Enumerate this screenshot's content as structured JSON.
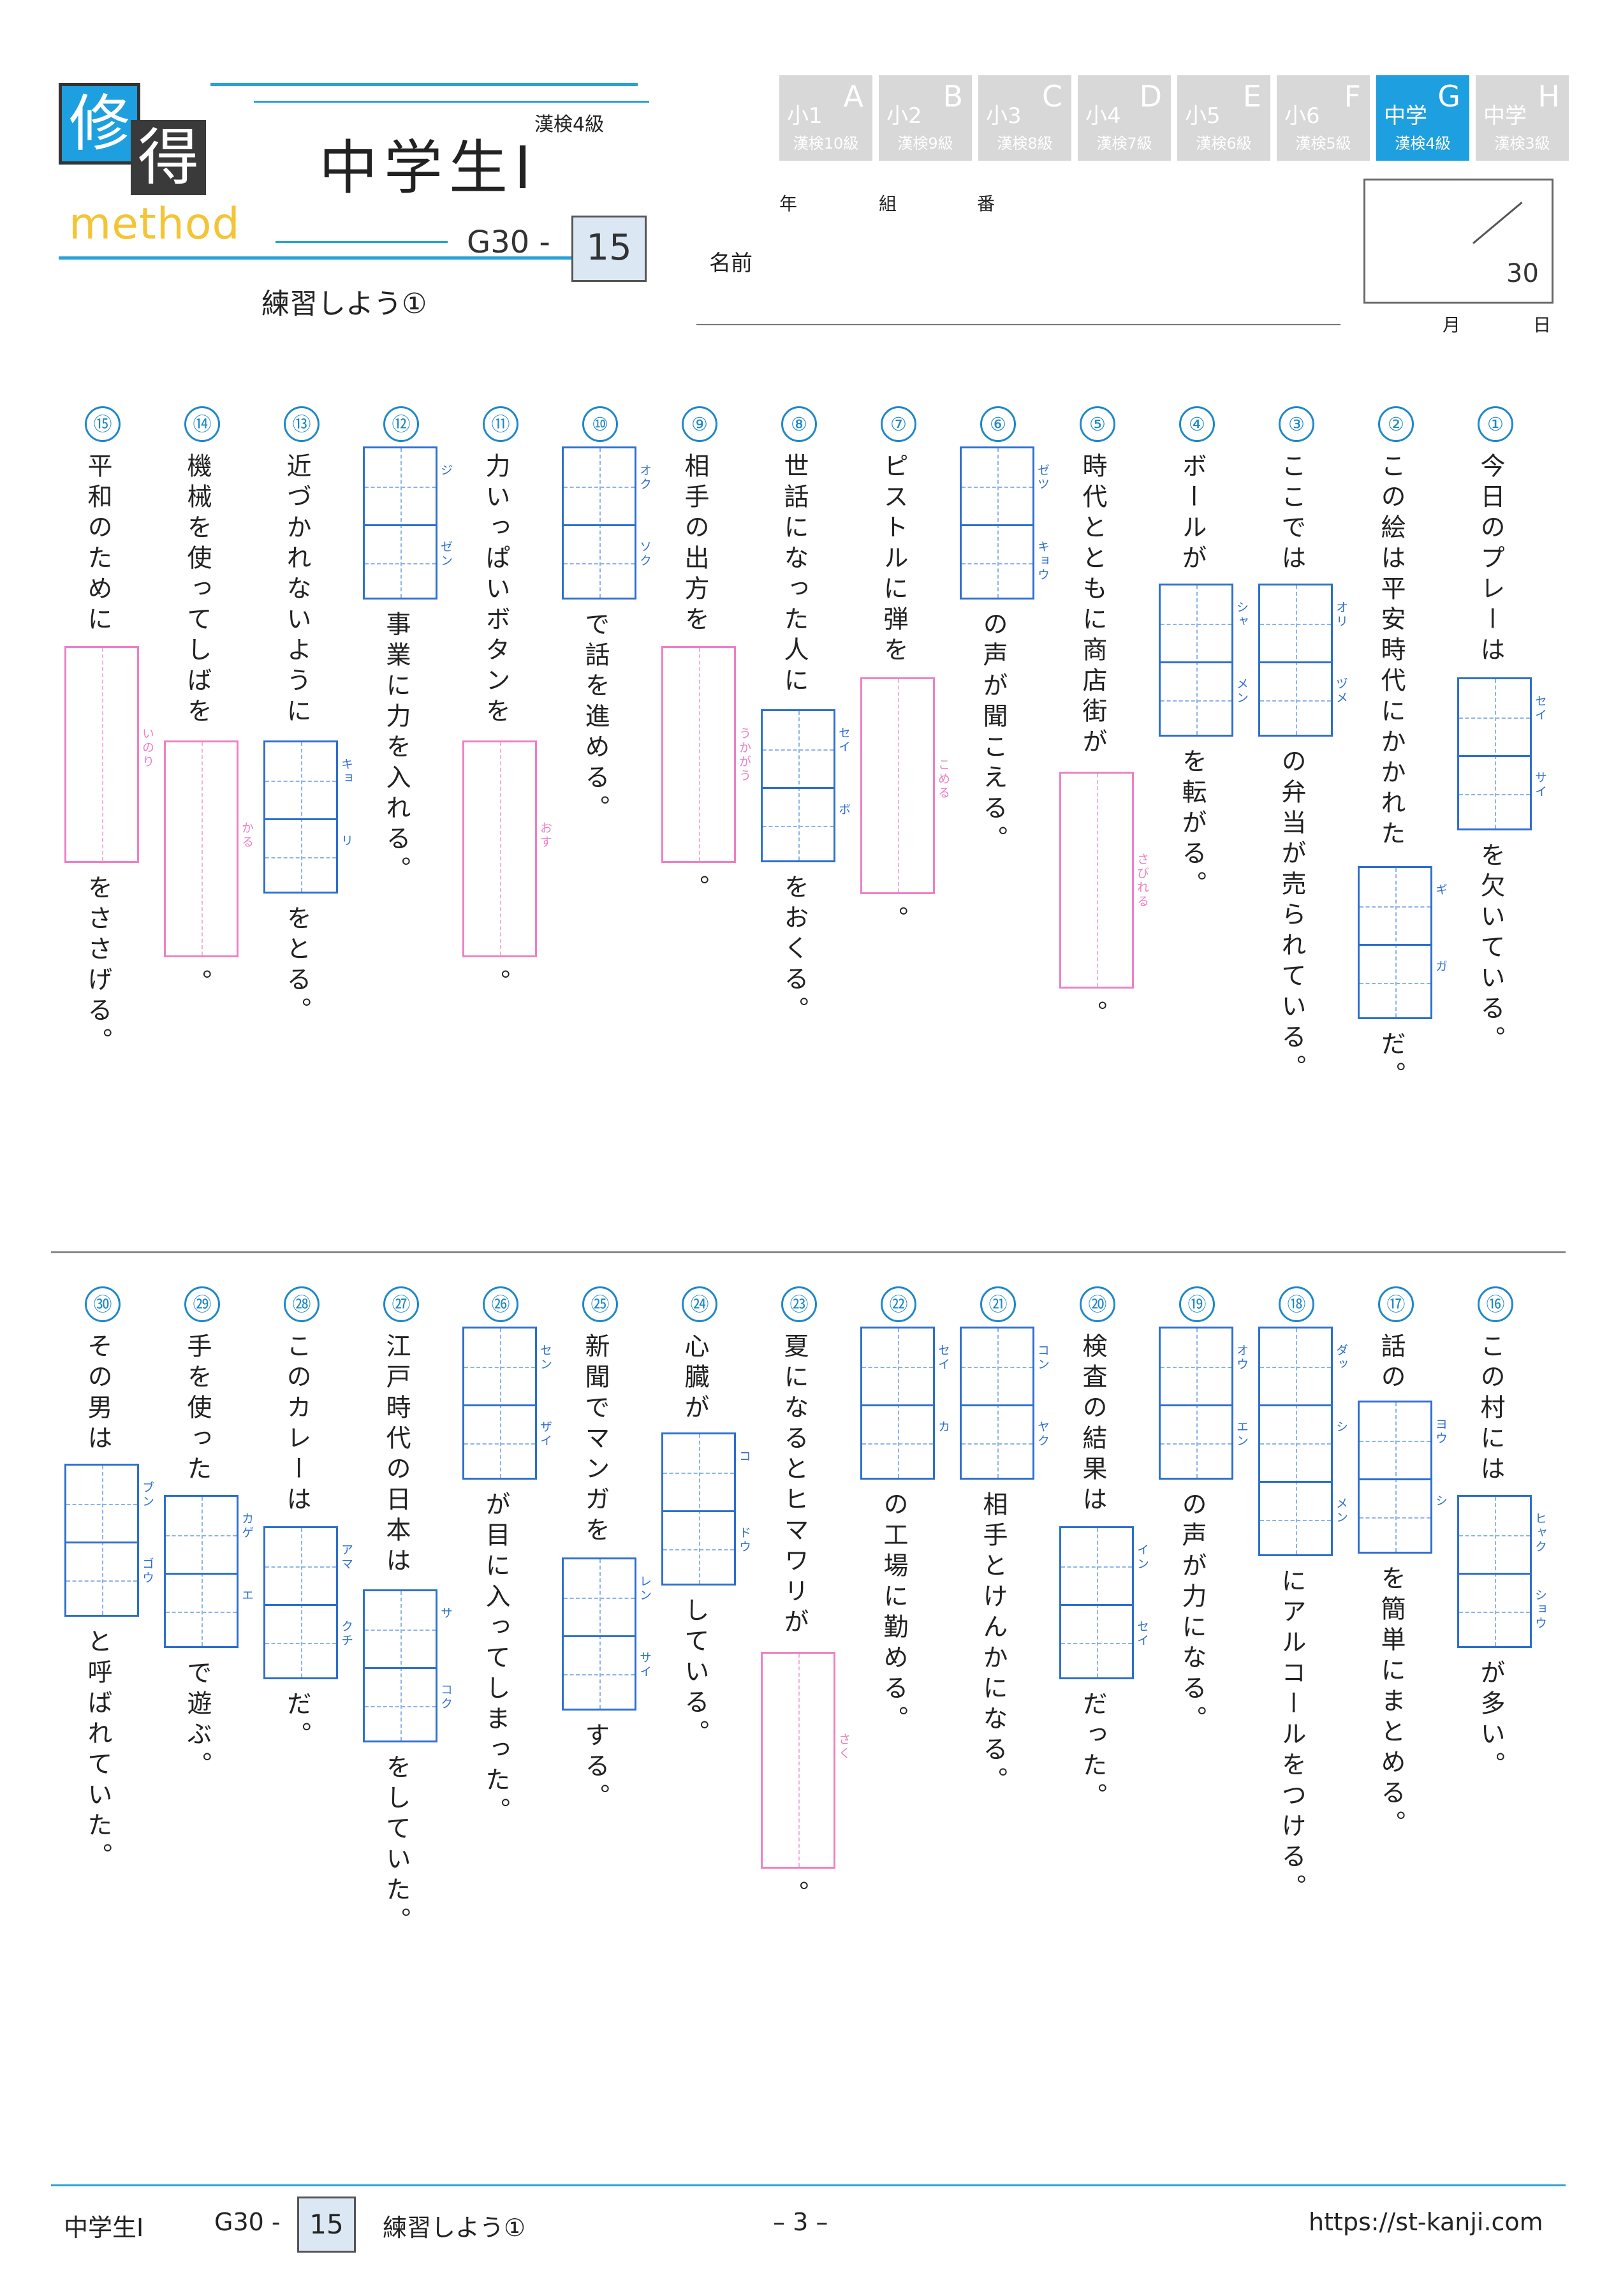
{
  "header": {
    "logo": {
      "char1": "修",
      "char2": "得",
      "word": "method"
    },
    "title": "中学生Ⅰ",
    "kentei": "漢検4級",
    "code_prefix": "G30 -",
    "code_number": "15",
    "subtitle": "練習しよう①",
    "fields": {
      "nen": "年",
      "kumi": "組",
      "ban": "番",
      "name": "名前",
      "month": "月",
      "day": "日"
    },
    "score_total": "30"
  },
  "grade_tabs": [
    {
      "grade": "小1",
      "letter": "A",
      "kentei": "漢検10級",
      "active": false
    },
    {
      "grade": "小2",
      "letter": "B",
      "kentei": "漢検9級",
      "active": false
    },
    {
      "grade": "小3",
      "letter": "C",
      "kentei": "漢検8級",
      "active": false
    },
    {
      "grade": "小4",
      "letter": "D",
      "kentei": "漢検7級",
      "active": false
    },
    {
      "grade": "小5",
      "letter": "E",
      "kentei": "漢検6級",
      "active": false
    },
    {
      "grade": "小6",
      "letter": "F",
      "kentei": "漢検5級",
      "active": false
    },
    {
      "grade": "中学",
      "letter": "G",
      "kentei": "漢検4級",
      "active": true
    },
    {
      "grade": "中学",
      "letter": "H",
      "kentei": "漢検3級",
      "active": false
    }
  ],
  "questions": [
    {
      "num": "①",
      "pre": "今日のプレーは",
      "ans": {
        "type": "kanji",
        "cells": 2,
        "furigana": [
          "セイ",
          "サイ"
        ]
      },
      "post": "を欠いている。"
    },
    {
      "num": "②",
      "pre": "この絵は平安時代にかかれた",
      "ans": {
        "type": "kanji",
        "cells": 2,
        "furigana": [
          "ギ",
          "ガ"
        ]
      },
      "post": "だ。"
    },
    {
      "num": "③",
      "pre": "ここでは",
      "ans": {
        "type": "kanji",
        "cells": 2,
        "furigana": [
          "オリ",
          "ヅメ"
        ]
      },
      "post": "の弁当が売られている。"
    },
    {
      "num": "④",
      "pre": "ボールが",
      "ans": {
        "type": "kanji",
        "cells": 2,
        "furigana": [
          "シャ",
          "メン"
        ]
      },
      "post": "を転がる。"
    },
    {
      "num": "⑤",
      "pre": "時代とともに商店街が",
      "ans": {
        "type": "hira",
        "furigana": "さびれる"
      },
      "post": "。"
    },
    {
      "num": "⑥",
      "pre": "",
      "ans": {
        "type": "kanji",
        "cells": 2,
        "furigana": [
          "ゼツ",
          "キョウ"
        ]
      },
      "post": "の声が聞こえる。"
    },
    {
      "num": "⑦",
      "pre": "ピストルに弾を",
      "ans": {
        "type": "hira",
        "furigana": "こめる"
      },
      "post": "。"
    },
    {
      "num": "⑧",
      "pre": "世話になった人に",
      "ans": {
        "type": "kanji",
        "cells": 2,
        "furigana": [
          "セイ",
          "ボ"
        ]
      },
      "post": "をおくる。"
    },
    {
      "num": "⑨",
      "pre": "相手の出方を",
      "ans": {
        "type": "hira",
        "furigana": "うかがう"
      },
      "post": "。"
    },
    {
      "num": "⑩",
      "pre": "",
      "ans": {
        "type": "kanji",
        "cells": 2,
        "furigana": [
          "オク",
          "ソク"
        ]
      },
      "post": "で話を進める。"
    },
    {
      "num": "⑪",
      "pre": "力いっぱいボタンを",
      "ans": {
        "type": "hira",
        "furigana": "おす"
      },
      "post": "。"
    },
    {
      "num": "⑫",
      "pre": "",
      "ans": {
        "type": "kanji",
        "cells": 2,
        "furigana": [
          "ジ",
          "ゼン"
        ]
      },
      "post": "事業に力を入れる。"
    },
    {
      "num": "⑬",
      "pre": "近づかれないように",
      "ans": {
        "type": "kanji",
        "cells": 2,
        "furigana": [
          "キョ",
          "リ"
        ]
      },
      "post": "をとる。"
    },
    {
      "num": "⑭",
      "pre": "機械を使ってしばを",
      "ans": {
        "type": "hira",
        "furigana": "かる"
      },
      "post": "。"
    },
    {
      "num": "⑮",
      "pre": "平和のために",
      "ans": {
        "type": "hira",
        "furigana": "いのり"
      },
      "post": "をささげる。"
    },
    {
      "num": "⑯",
      "pre": "この村には",
      "ans": {
        "type": "kanji",
        "cells": 2,
        "furigana": [
          "ヒャク",
          "ショウ"
        ]
      },
      "post": "が多い。"
    },
    {
      "num": "⑰",
      "pre": "話の",
      "ans": {
        "type": "kanji",
        "cells": 2,
        "furigana": [
          "ヨウ",
          "シ"
        ]
      },
      "post": "を簡単にまとめる。"
    },
    {
      "num": "⑱",
      "pre": "",
      "ans": {
        "type": "kanji",
        "cells": 3,
        "furigana": [
          "ダッ",
          "シ",
          "メン"
        ]
      },
      "post": "にアルコールをつける。"
    },
    {
      "num": "⑲",
      "pre": "",
      "ans": {
        "type": "kanji",
        "cells": 2,
        "furigana": [
          "オウ",
          "エン"
        ]
      },
      "post": "の声が力になる。"
    },
    {
      "num": "⑳",
      "pre": "検査の結果は",
      "ans": {
        "type": "kanji",
        "cells": 2,
        "furigana": [
          "イン",
          "セイ"
        ]
      },
      "post": "だった。"
    },
    {
      "num": "㉑",
      "pre": "",
      "ans": {
        "type": "kanji",
        "cells": 2,
        "furigana": [
          "コン",
          "ヤク"
        ]
      },
      "post": "相手とけんかになる。"
    },
    {
      "num": "㉒",
      "pre": "",
      "ans": {
        "type": "kanji",
        "cells": 2,
        "furigana": [
          "セイ",
          "カ"
        ]
      },
      "post": "の工場に勤める。"
    },
    {
      "num": "㉓",
      "pre": "夏になるとヒマワリが",
      "ans": {
        "type": "hira",
        "furigana": "さく"
      },
      "post": "。"
    },
    {
      "num": "㉔",
      "pre": "心臓が",
      "ans": {
        "type": "kanji",
        "cells": 2,
        "furigana": [
          "コ",
          "ドウ"
        ]
      },
      "post": "している。"
    },
    {
      "num": "㉕",
      "pre": "新聞でマンガを",
      "ans": {
        "type": "kanji",
        "cells": 2,
        "furigana": [
          "レン",
          "サイ"
        ]
      },
      "post": "する。"
    },
    {
      "num": "㉖",
      "pre": "",
      "ans": {
        "type": "kanji",
        "cells": 2,
        "furigana": [
          "セン",
          "ザイ"
        ]
      },
      "post": "が目に入ってしまった。"
    },
    {
      "num": "㉗",
      "pre": "江戸時代の日本は",
      "ans": {
        "type": "kanji",
        "cells": 2,
        "furigana": [
          "サ",
          "コク"
        ]
      },
      "post": "をしていた。"
    },
    {
      "num": "㉘",
      "pre": "このカレーは",
      "ans": {
        "type": "kanji",
        "cells": 2,
        "furigana": [
          "アマ",
          "クチ"
        ]
      },
      "post": "だ。"
    },
    {
      "num": "㉙",
      "pre": "手を使った",
      "ans": {
        "type": "kanji",
        "cells": 2,
        "furigana": [
          "カゲ",
          "エ"
        ]
      },
      "post": "で遊ぶ。"
    },
    {
      "num": "㉚",
      "pre": "その男は",
      "ans": {
        "type": "kanji",
        "cells": 2,
        "furigana": [
          "ブン",
          "ゴウ"
        ]
      },
      "post": "と呼ばれていた。"
    }
  ],
  "footer": {
    "title": "中学生Ⅰ",
    "code_prefix": "G30 -",
    "code_number": "15",
    "subtitle": "練習しよう①",
    "page": "– 3 –",
    "url": "https://st-kanji.com"
  }
}
